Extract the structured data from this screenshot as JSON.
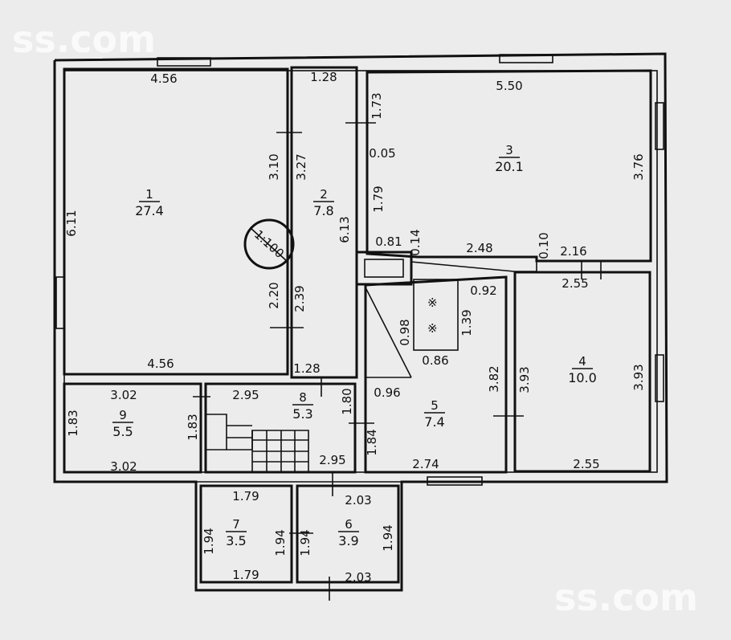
{
  "watermark": {
    "top_left": "ss.com",
    "bottom_right": "ss.com"
  },
  "rooms": [
    {
      "number": "1",
      "area": "27.4"
    },
    {
      "number": "2",
      "area": "7.8"
    },
    {
      "number": "3",
      "area": "20.1"
    },
    {
      "number": "4",
      "area": "10.0"
    },
    {
      "number": "5",
      "area": "7.4"
    },
    {
      "number": "6",
      "area": "3.9"
    },
    {
      "number": "7",
      "area": "3.5"
    },
    {
      "number": "8",
      "area": "5.3"
    },
    {
      "number": "9",
      "area": "5.5"
    }
  ],
  "scale_label": "1:100",
  "dimensions": [
    "4.56",
    "6.11",
    "3.10",
    "2.20",
    "4.56",
    "1.28",
    "3.27",
    "6.13",
    "2.39",
    "1.28",
    "5.50",
    "1.73",
    "0.05",
    "1.79",
    "3.76",
    "0.81",
    "0.14",
    "2.48",
    "0.10",
    "2.16",
    "2.55",
    "0.92",
    "1.39",
    "0.98",
    "0.86",
    "3.93",
    "3.93",
    "2.55",
    "3.82",
    "0.96",
    "2.74",
    "1.84",
    "1.80",
    "2.95",
    "1.83",
    "1.83",
    "3.02",
    "3.02",
    "2.95",
    "1.79",
    "1.94",
    "1.94",
    "1.79",
    "2.03",
    "1.94",
    "1.94",
    "2.03"
  ]
}
